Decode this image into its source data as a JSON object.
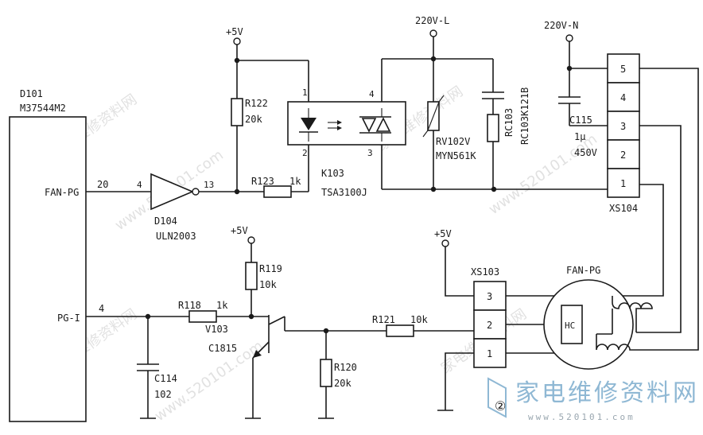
{
  "watermark": {
    "text_cn": "家电维修资料网",
    "text_url": "www.520101.com",
    "brand_cn": "家电维修资料网",
    "brand_url": "www.520101.com"
  },
  "figure_number": "②",
  "ic": {
    "ref": "D101",
    "part": "M37544M2",
    "pin_fan": "FAN-PG",
    "pin_fan_num": "20",
    "pin_pg": "PG-I",
    "pin_pg_num": "4"
  },
  "driver": {
    "ref": "D104",
    "part": "ULN2003",
    "pin_in": "4",
    "pin_out": "13"
  },
  "supply": {
    "v5_top": "+5V",
    "v5_mid": "+5V",
    "v5_right": "+5V",
    "ac_l": "220V-L",
    "ac_n": "220V-N"
  },
  "r122": {
    "ref": "R122",
    "value": "20k"
  },
  "r123": {
    "ref": "R123",
    "value": "1k"
  },
  "ssr": {
    "ref": "K103",
    "part": "TSA3100J",
    "p1": "1",
    "p2": "2",
    "p3": "3",
    "p4": "4"
  },
  "rv102": {
    "ref": "RV102V",
    "part": "MYN561K"
  },
  "rc103": {
    "ref": "RC103",
    "part": "RC103K121B"
  },
  "c115": {
    "ref": "C115",
    "value": "1μ",
    "voltage": "450V"
  },
  "xs104": {
    "ref": "XS104",
    "pins": [
      "5",
      "4",
      "3",
      "2",
      "1"
    ]
  },
  "r119": {
    "ref": "R119",
    "value": "10k"
  },
  "r118": {
    "ref": "R118",
    "value": "1k"
  },
  "v103": {
    "ref": "V103",
    "part": "C1815"
  },
  "c114": {
    "ref": "C114",
    "value": "102"
  },
  "r121": {
    "ref": "R121",
    "value": "10k"
  },
  "r120": {
    "ref": "R120",
    "value": "20k"
  },
  "xs103": {
    "ref": "XS103",
    "pins": [
      "3",
      "2",
      "1"
    ]
  },
  "motor": {
    "label": "FAN-PG",
    "hall": "HC"
  }
}
